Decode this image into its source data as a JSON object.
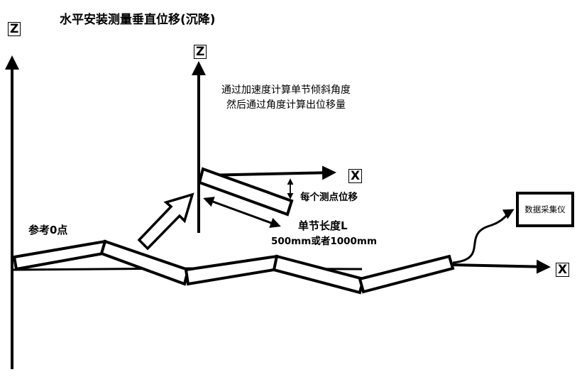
{
  "title": "水平安装测量垂直位移(沉降)",
  "left_axis_label": "Z",
  "center_axis_label": "Z",
  "center_x_label": "X",
  "right_x_label": "X",
  "reference_point_label": "参考0点",
  "note_line1": "通过加速度计算单节倾斜角度",
  "note_line2": "然后通过角度计算出位移量",
  "displacement_label": "每个测点位移",
  "segment_length_label": "单节长度L",
  "segment_length_values": "500mm或者1000mm",
  "logger_label": "数据采集仪",
  "colors": {
    "stroke": "#000000",
    "background": "#ffffff"
  }
}
